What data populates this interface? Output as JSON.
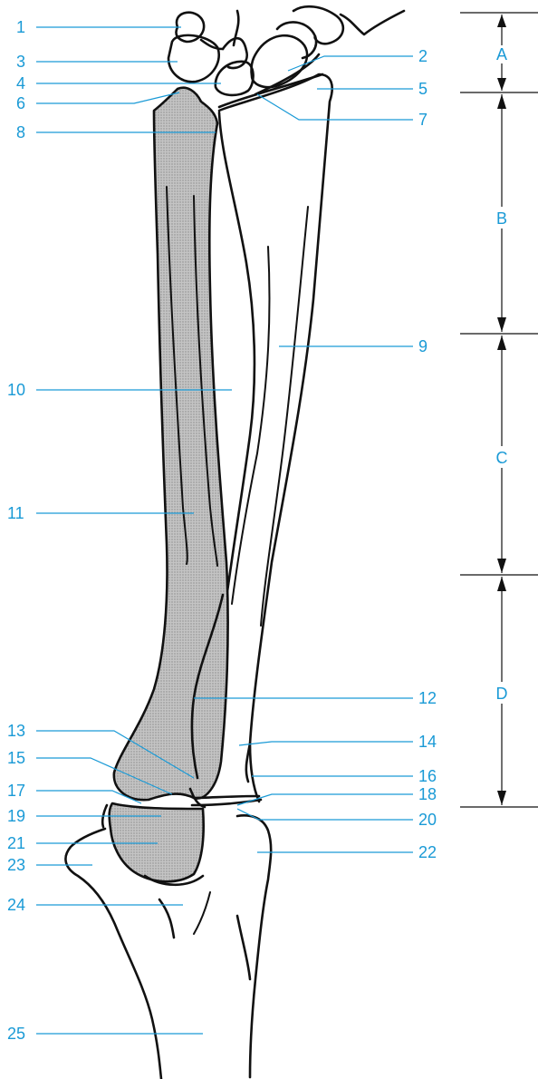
{
  "labels_left": [
    "1",
    "3",
    "4",
    "6",
    "8",
    "10",
    "11",
    "13",
    "15",
    "17",
    "19",
    "21",
    "23",
    "24",
    "25"
  ],
  "labels_right": [
    "2",
    "5",
    "7",
    "9",
    "12",
    "14",
    "16",
    "18",
    "20",
    "22"
  ],
  "segments": [
    "A",
    "B",
    "C",
    "D"
  ],
  "colors": {
    "label": "#1a9ad6",
    "bone_outline": "#111111",
    "shading": "#b9b9b9"
  }
}
